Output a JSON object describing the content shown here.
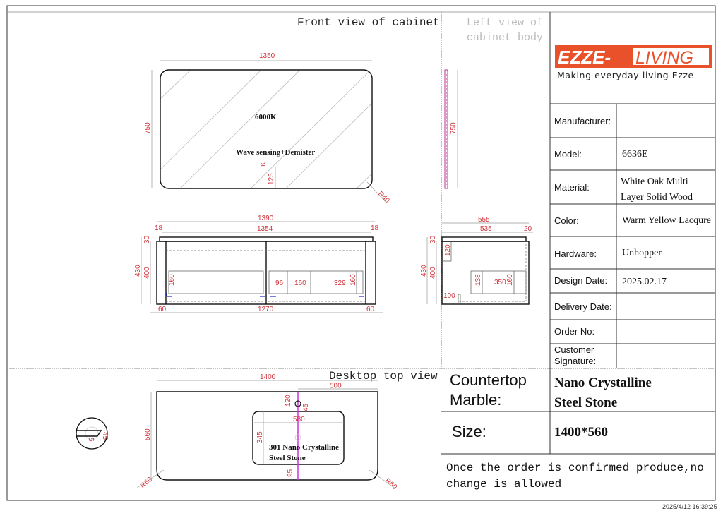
{
  "views": {
    "front": "Front view of cabinet",
    "left_line1": "Left view of",
    "left_line2": "cabinet body",
    "desktop": "Desktop top view"
  },
  "mirror": {
    "width": "1350",
    "height": "750",
    "color_temp": "6000K",
    "feature": "Wave sensing+Demister",
    "sensor_offset": "125",
    "sensor_label": "K",
    "radius": "R40",
    "side_height": "750"
  },
  "cabinet_front": {
    "total_width": "1390",
    "inner_width": "1354",
    "side_left": "18",
    "side_right": "18",
    "top_thickness": "30",
    "total_height": "430",
    "body_height": "400",
    "leg_left": "60",
    "leg_span": "1270",
    "leg_right": "60",
    "drawer_dims": [
      "160",
      "96",
      "160",
      "329",
      "160"
    ]
  },
  "cabinet_side": {
    "depth_total": "555",
    "depth_body": "535",
    "overhang": "20",
    "top_thickness": "30",
    "total_height": "430",
    "body_height": "400",
    "rail": "120",
    "toe": "100",
    "drawer_dims": [
      "138",
      "350",
      "160"
    ]
  },
  "countertop": {
    "width": "1400",
    "sink_offset": "500",
    "depth": "560",
    "tap_offset": "120",
    "tap_dia": "45",
    "basin_width": "580",
    "basin_depth": "345",
    "front_gap": "95",
    "radius_left": "R60",
    "radius_right": "R60",
    "material_line1": "301 Nano Crystalline",
    "material_line2": "Steel Stone",
    "detail_a": "5",
    "detail_b": "45"
  },
  "logo": {
    "brand_left": "EZZE-",
    "brand_right": "LIVING",
    "tagline": "Making everyday living Ezze",
    "color": "#e8512a"
  },
  "title_block": [
    {
      "label": "Manufacturer:",
      "value": ""
    },
    {
      "label": "Model:",
      "value": "6636E"
    },
    {
      "label": "Material:",
      "value": "White Oak Multi",
      "value2": "Layer Solid Wood"
    },
    {
      "label": "Color:",
      "value": "Warm Yellow Lacqure"
    },
    {
      "label": "Hardware:",
      "value": "Unhopper"
    },
    {
      "label": "Design Date:",
      "value": "2025.02.17"
    },
    {
      "label": "Delivery Date:",
      "value": ""
    },
    {
      "label": "Order No:",
      "value": ""
    },
    {
      "label": "Customer",
      "label2": "Signature:",
      "value": ""
    }
  ],
  "spec": {
    "countertop_label1": "Countertop",
    "countertop_label2": "Marble:",
    "countertop_value1": "Nano Crystalline",
    "countertop_value2": "Steel Stone",
    "size_label": "Size:",
    "size_value": "1400*560",
    "notice_line1": "Once the order is confirmed produce,no",
    "notice_line2": "change is allowed"
  },
  "timestamp": "2025/4/12 16:39:25"
}
